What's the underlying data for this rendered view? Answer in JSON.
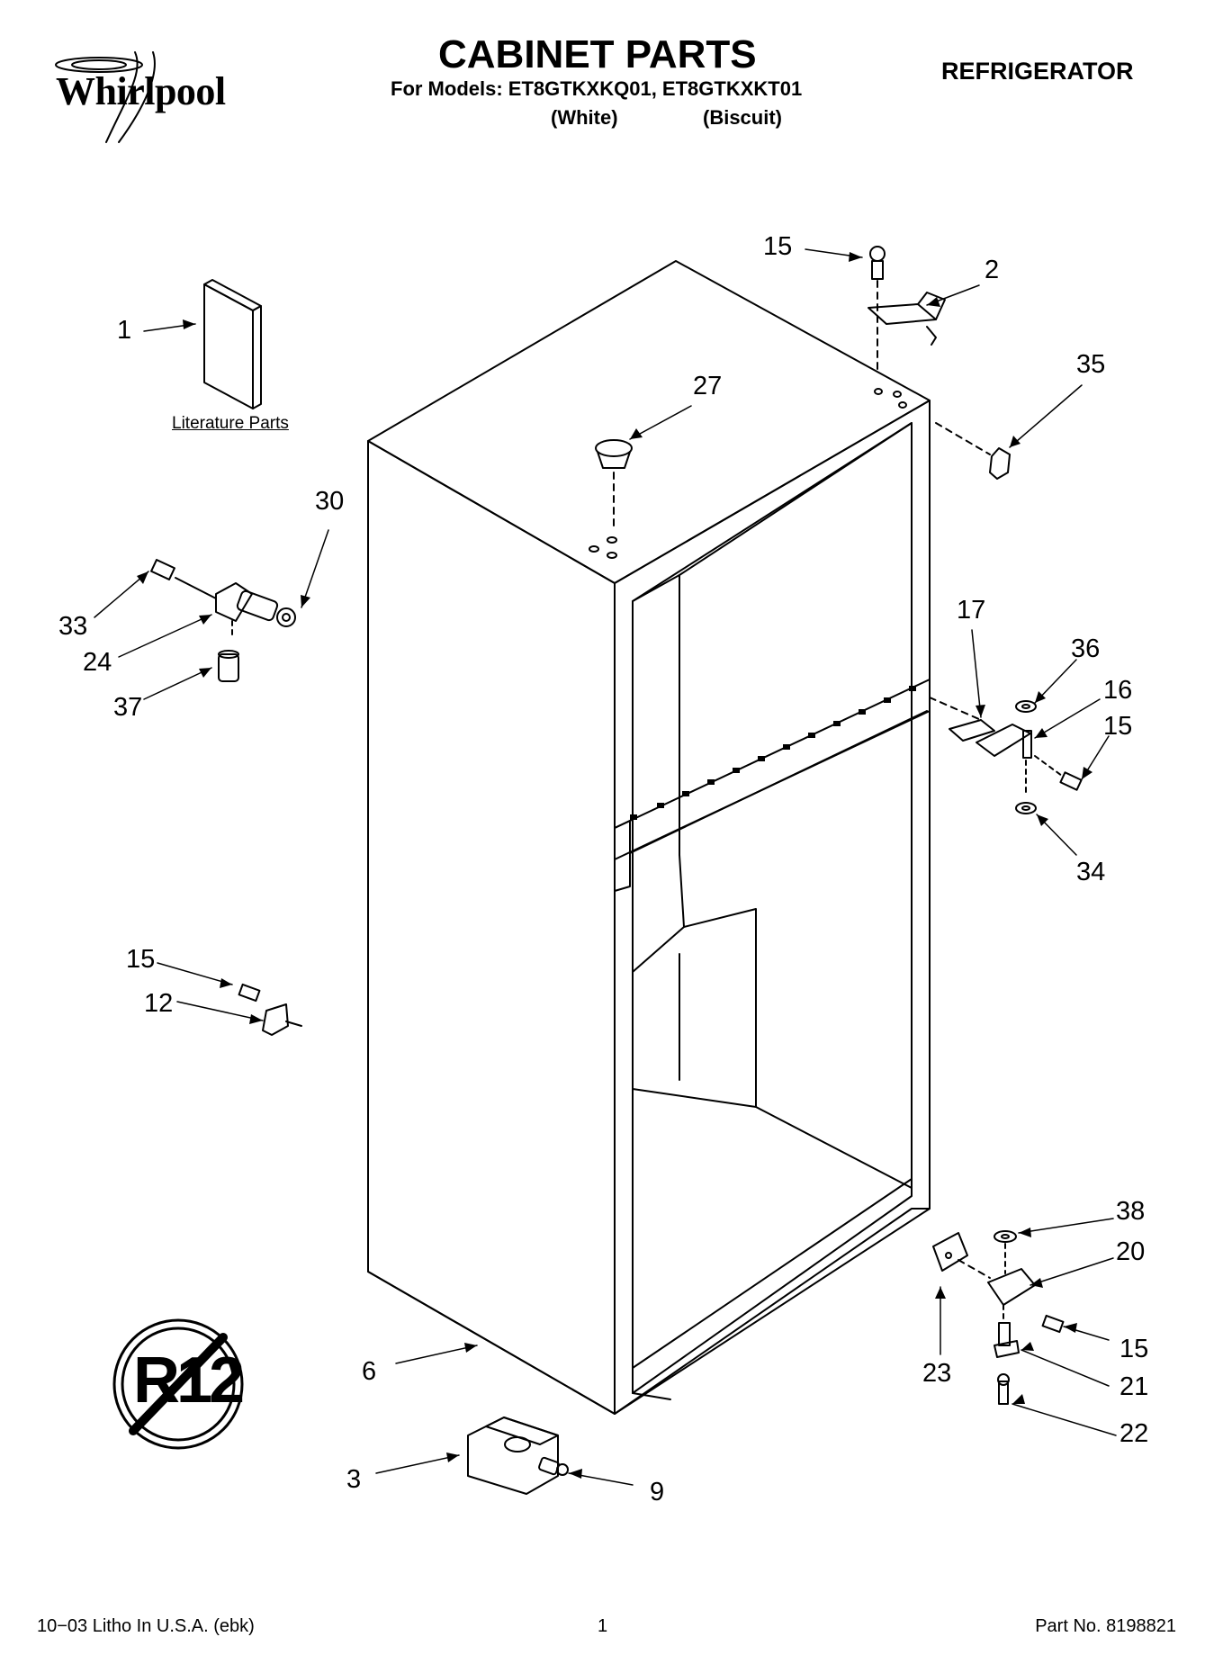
{
  "header": {
    "brand": "Whirlpool",
    "title": "CABINET PARTS",
    "models_line": "For Models: ET8GTKXKQ01, ET8GTKXKT01",
    "variant_white": "(White)",
    "variant_biscuit": "(Biscuit)",
    "category": "REFRIGERATOR"
  },
  "literature_label": "Literature Parts",
  "r12_symbol": "R12",
  "callouts": [
    "15",
    "2",
    "1",
    "27",
    "35",
    "30",
    "33",
    "24",
    "37",
    "17",
    "36",
    "16",
    "15",
    "34",
    "15",
    "12",
    "38",
    "20",
    "15",
    "21",
    "22",
    "23",
    "6",
    "3",
    "9"
  ],
  "footer": {
    "left": "10−03 Litho In U.S.A. (ebk)",
    "page": "1",
    "part_no": "Part No. 8198821"
  }
}
